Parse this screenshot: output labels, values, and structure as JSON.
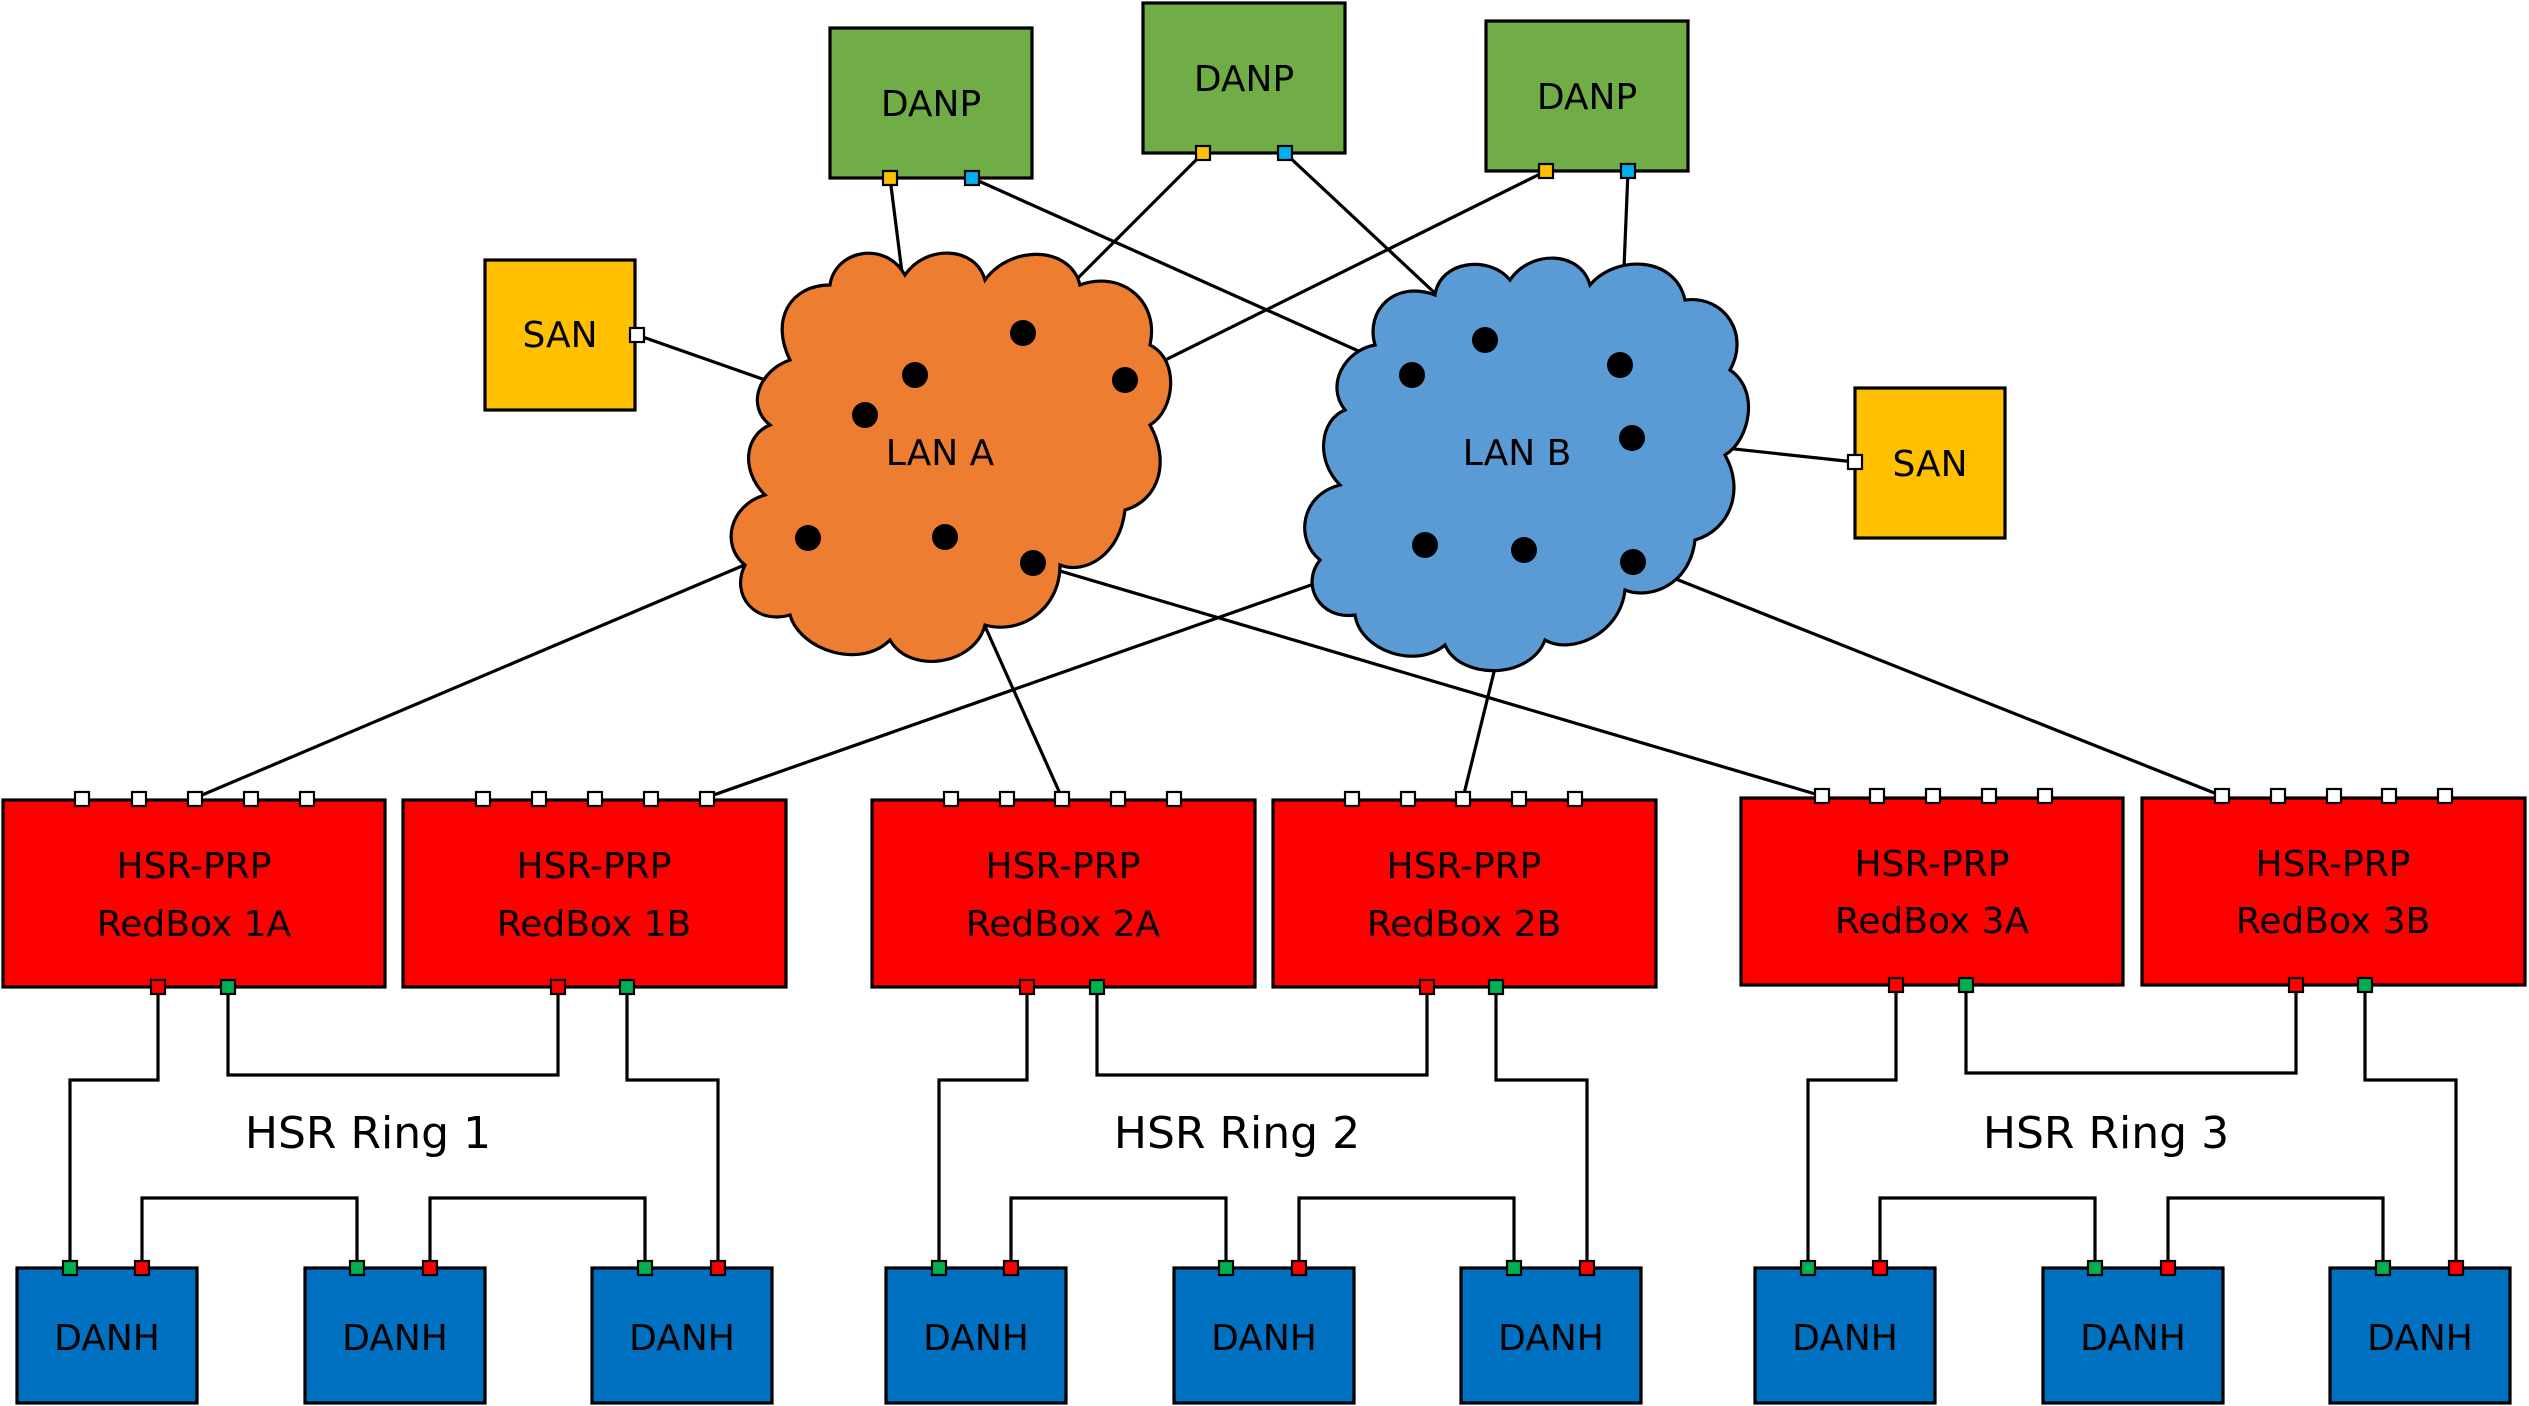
{
  "colors": {
    "danp": "#70ad47",
    "san": "#ffc000",
    "lan_a": "#ed7d31",
    "lan_b": "#5b9bd5",
    "redbox": "#ff0000",
    "danh": "#0070c0",
    "port_white": "#ffffff",
    "port_yellow": "#ffc000",
    "port_blue": "#00b0f0",
    "port_red": "#ff0000",
    "port_green": "#00b050"
  },
  "clouds": {
    "lan_a": "LAN A",
    "lan_b": "LAN B"
  },
  "danp": [
    "DANP",
    "DANP",
    "DANP"
  ],
  "san": [
    "SAN",
    "SAN"
  ],
  "redboxes": [
    {
      "line1": "HSR-PRP",
      "line2": "RedBox 1A"
    },
    {
      "line1": "HSR-PRP",
      "line2": "RedBox 1B"
    },
    {
      "line1": "HSR-PRP",
      "line2": "RedBox 2A"
    },
    {
      "line1": "HSR-PRP",
      "line2": "RedBox 2B"
    },
    {
      "line1": "HSR-PRP",
      "line2": "RedBox 3A"
    },
    {
      "line1": "HSR-PRP",
      "line2": "RedBox 3B"
    }
  ],
  "rings": [
    "HSR Ring 1",
    "HSR Ring 2",
    "HSR Ring 3"
  ],
  "danh": [
    "DANH",
    "DANH",
    "DANH",
    "DANH",
    "DANH",
    "DANH",
    "DANH",
    "DANH",
    "DANH"
  ]
}
